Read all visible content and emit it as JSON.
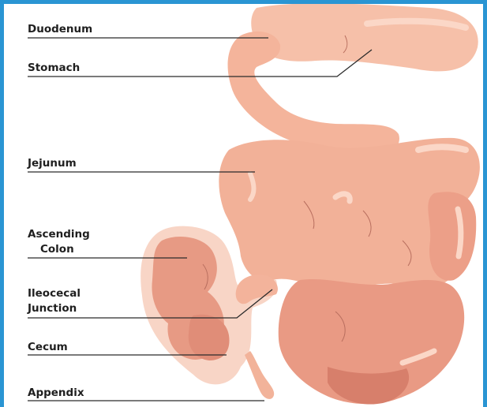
{
  "colors": {
    "border": "#2a95d3",
    "tissue_light": "#f6c0a9",
    "tissue_mid": "#f0a98e",
    "tissue_dark": "#d98671",
    "highlight": "#fbd7c7",
    "leader_line": "#2b2b2b"
  },
  "labels": {
    "duodenum": "Duodenum",
    "stomach": "Stomach",
    "jejunum": "Jejunum",
    "ascending_colon_line1": "Ascending",
    "ascending_colon_line2": "Colon",
    "ileocecal_line1": "Ileocecal",
    "ileocecal_line2": "Junction",
    "cecum": "Cecum",
    "appendix": "Appendix"
  }
}
